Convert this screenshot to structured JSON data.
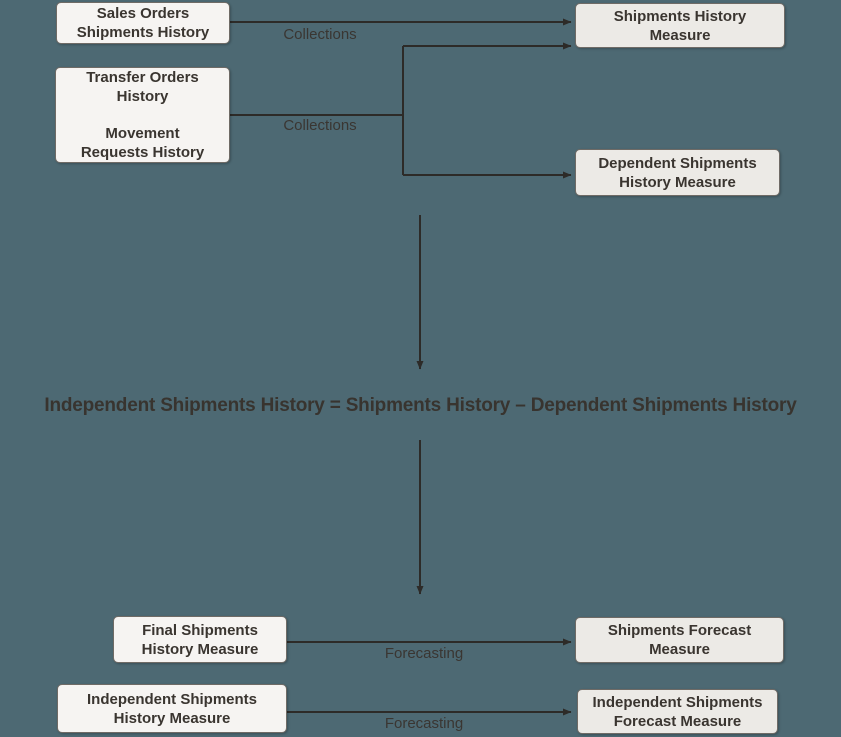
{
  "colors": {
    "background": "#4d6973",
    "box_light_fill": "#f6f4f2",
    "box_gray_fill": "#eceae6",
    "box_border": "#6f6b66",
    "text": "#3a3530",
    "arrow": "#2d2b28"
  },
  "boxes": {
    "sales_orders": {
      "line1": "Sales Orders",
      "line2": "Shipments History"
    },
    "transfer_orders": {
      "para1_line1": "Transfer Orders",
      "para1_line2": "History",
      "para2_line1": "Movement",
      "para2_line2": "Requests History"
    },
    "shipments_history_measure": {
      "line1": "Shipments History",
      "line2": "Measure"
    },
    "dependent_shipments_history_measure": {
      "line1": "Dependent Shipments",
      "line2": "History Measure"
    },
    "final_shipments_history_measure": {
      "line1": "Final Shipments",
      "line2": "History Measure"
    },
    "shipments_forecast_measure": {
      "line1": "Shipments Forecast",
      "line2": "Measure"
    },
    "independent_shipments_history_measure": {
      "line1": "Independent Shipments",
      "line2": "History Measure"
    },
    "independent_shipments_forecast_measure": {
      "line1": "Independent Shipments",
      "line2": "Forecast Measure"
    }
  },
  "edge_labels": {
    "collections_top": "Collections",
    "collections_bottom": "Collections",
    "forecasting_top": "Forecasting",
    "forecasting_bottom": "Forecasting"
  },
  "formula": "Independent Shipments History = Shipments History – Dependent Shipments History"
}
